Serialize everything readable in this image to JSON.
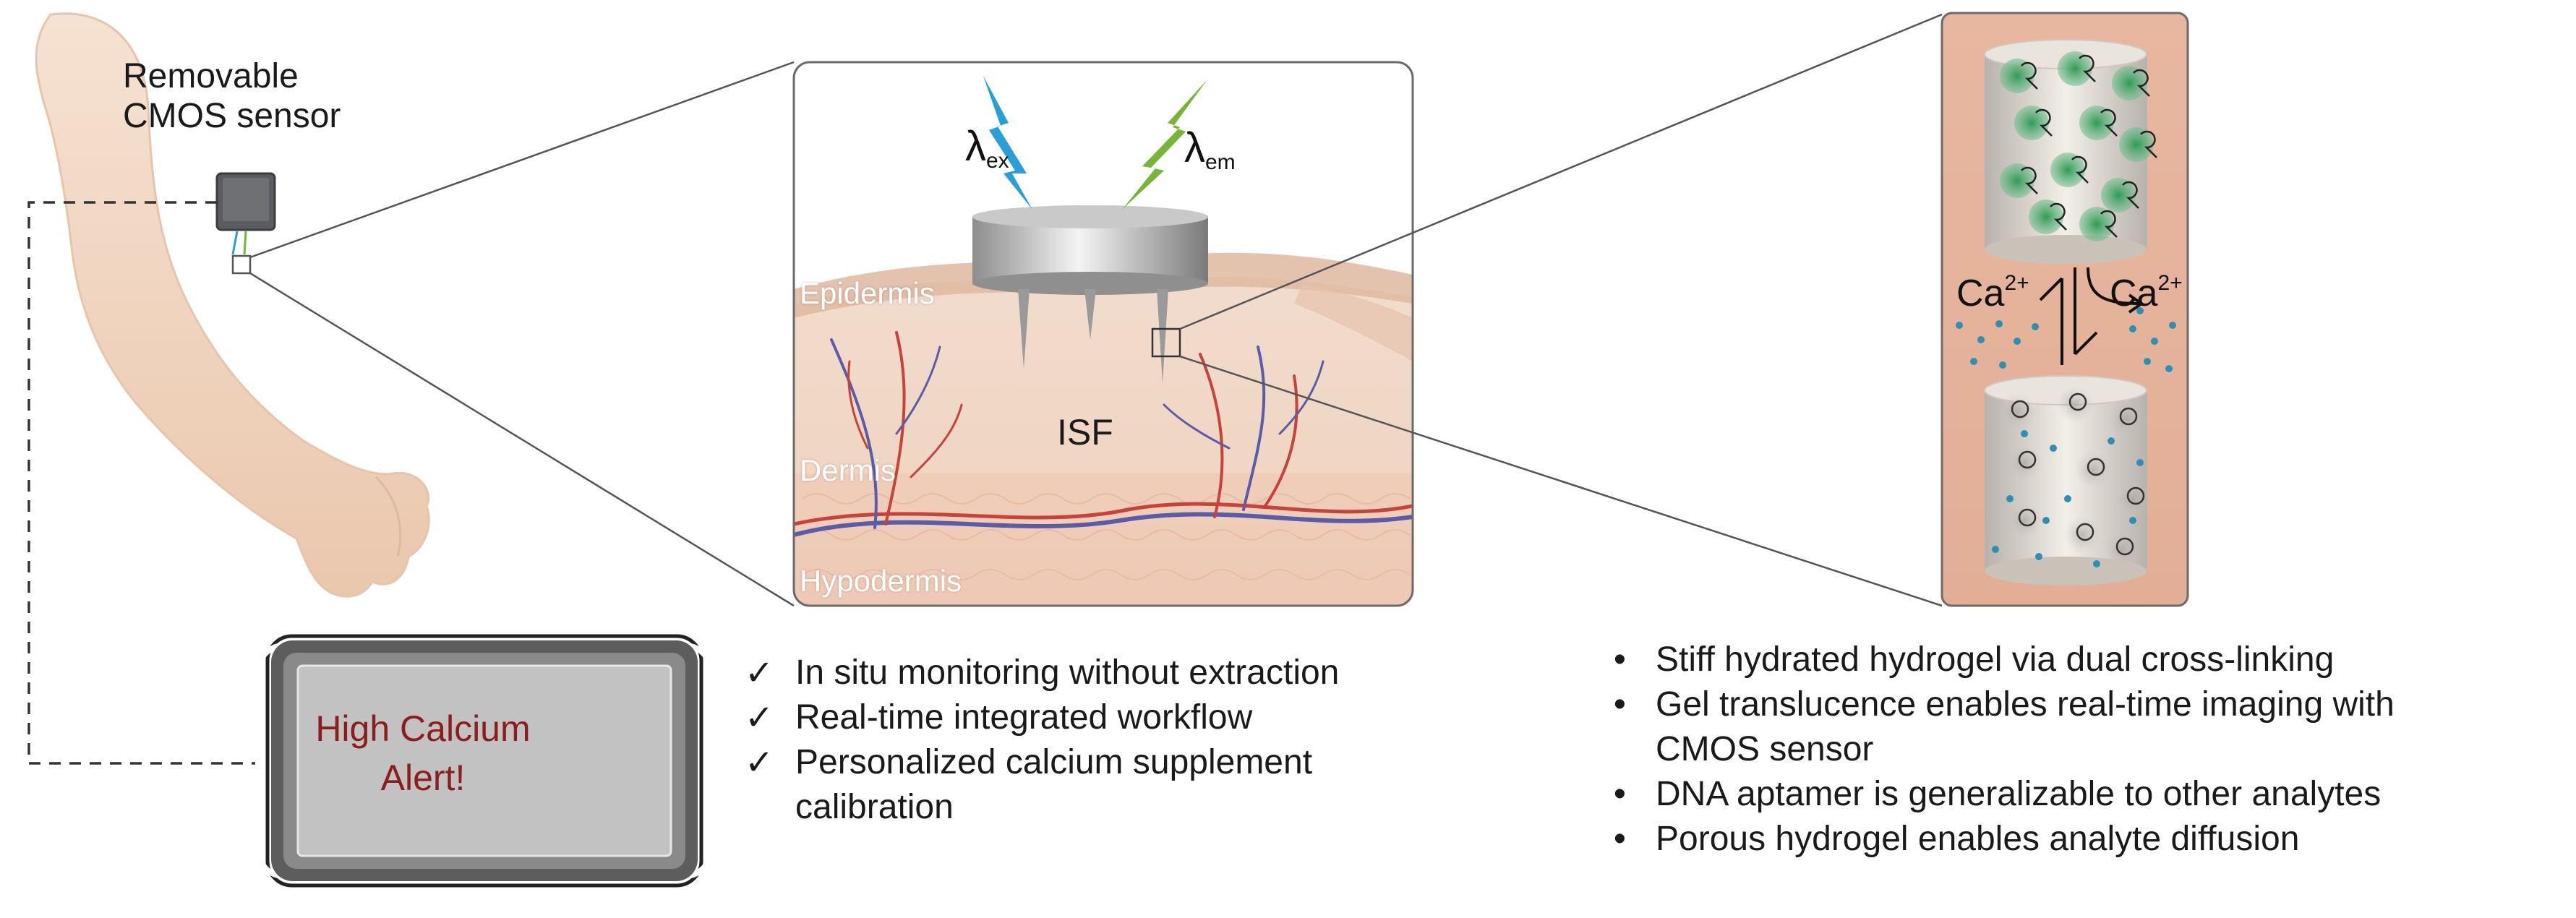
{
  "labels": {
    "sensor": [
      "Removable",
      "CMOS sensor"
    ],
    "lambda_ex": {
      "symbol": "λ",
      "sub": "ex"
    },
    "lambda_em": {
      "symbol": "λ",
      "sub": "em"
    },
    "layers": {
      "epidermis": "Epidermis",
      "dermis": "Dermis",
      "hypodermis": "Hypodermis"
    },
    "isf": "ISF",
    "ion_left": {
      "base": "Ca",
      "sup": "2+"
    },
    "ion_right": {
      "base": "Ca",
      "sup": "2+"
    }
  },
  "device": {
    "alert_line1": "High Calcium",
    "alert_line2": "Alert!"
  },
  "check_mark": "✓",
  "bullet_mark": "•",
  "checks": [
    "In situ monitoring without extraction",
    "Real-time integrated workflow",
    "Personalized calcium supplement",
    "calibration"
  ],
  "bullets": [
    "Stiff hydrated hydrogel via dual cross-linking",
    "Gel translucence enables real-time imaging with",
    "CMOS sensor",
    "DNA aptamer is generalizable to other analytes",
    "Porous hydrogel enables analyte diffusion"
  ],
  "colors": {
    "skin": "#f3d8c2",
    "vein_blue": "#5a5ca8",
    "vein_red": "#c8423c",
    "fluor_green": "#3a9a5a",
    "ion_blue": "#2f8fb0",
    "alert_red": "#8c1d1d",
    "laser_blue": "#2a9fd6",
    "laser_green": "#76b53a"
  }
}
